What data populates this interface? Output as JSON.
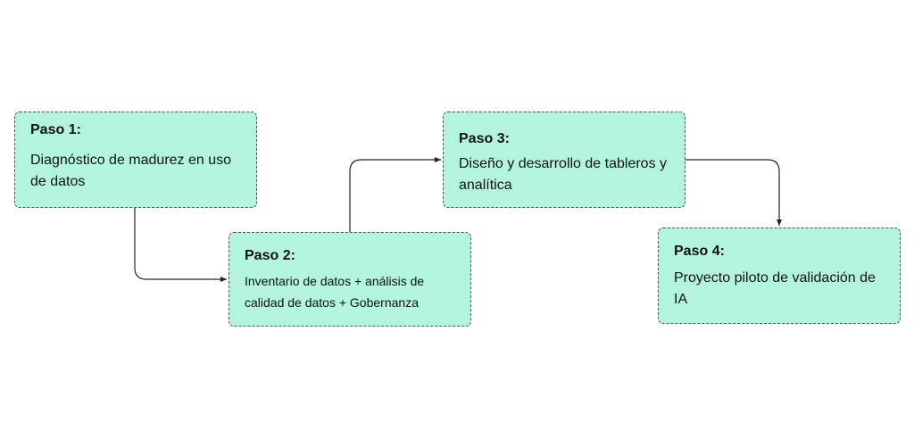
{
  "steps": [
    {
      "title": "Paso 1:",
      "description": "Diagnóstico de madurez en uso de datos"
    },
    {
      "title": "Paso 2:",
      "description": "Inventario de datos + análisis de calidad de datos + Gobernanza"
    },
    {
      "title": "Paso 3:",
      "description": "Diseño y desarrollo de tableros y analítica"
    },
    {
      "title": "Paso 4:",
      "description": "Proyecto piloto de  validación de IA"
    }
  ],
  "colors": {
    "box_fill": "#b3f5dc",
    "box_border": "#555555",
    "connector": "#222222"
  }
}
